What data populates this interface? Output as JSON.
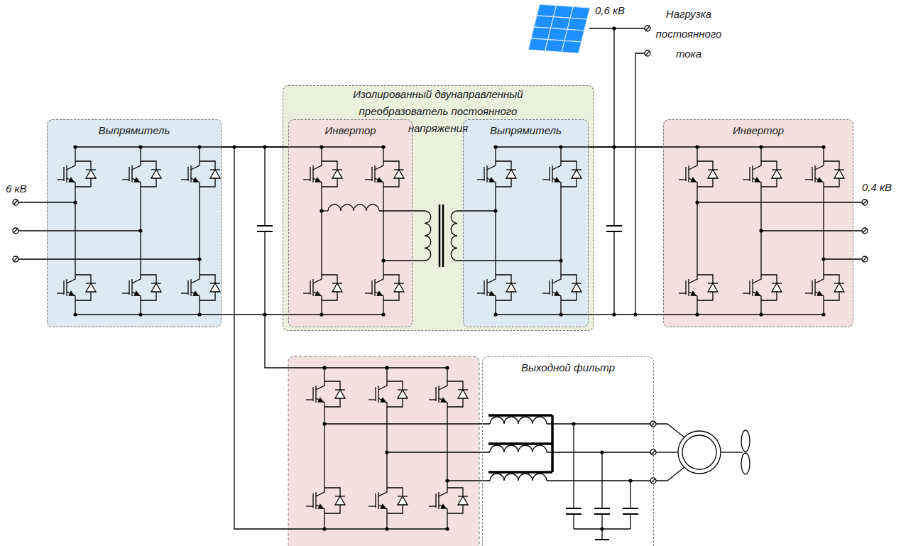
{
  "diagram": {
    "nodes": [
      {
        "text": [
          "Выпрямитель"
        ]
      },
      {
        "text": [
          "Изолированный двунаправленный преобразователь постоянного напряжения"
        ]
      },
      {
        "text": [
          "Инвертор"
        ],
        "in": 1
      },
      {
        "text": [
          "Выпрямитель"
        ],
        "in": 1
      },
      {
        "text": [
          "Инвертор"
        ]
      },
      {
        "text": [
          "Выходной фильтр"
        ]
      }
    ],
    "edges": [
      {
        "from": 0,
        "to": 2,
        "arrow": "none"
      },
      {
        "from": 3,
        "to": 4,
        "arrow": "none"
      }
    ],
    "labels": [
      "6 кВ",
      "0,6 кВ",
      "Нагрузка постоянного тока",
      "0,4 кВ"
    ]
  }
}
